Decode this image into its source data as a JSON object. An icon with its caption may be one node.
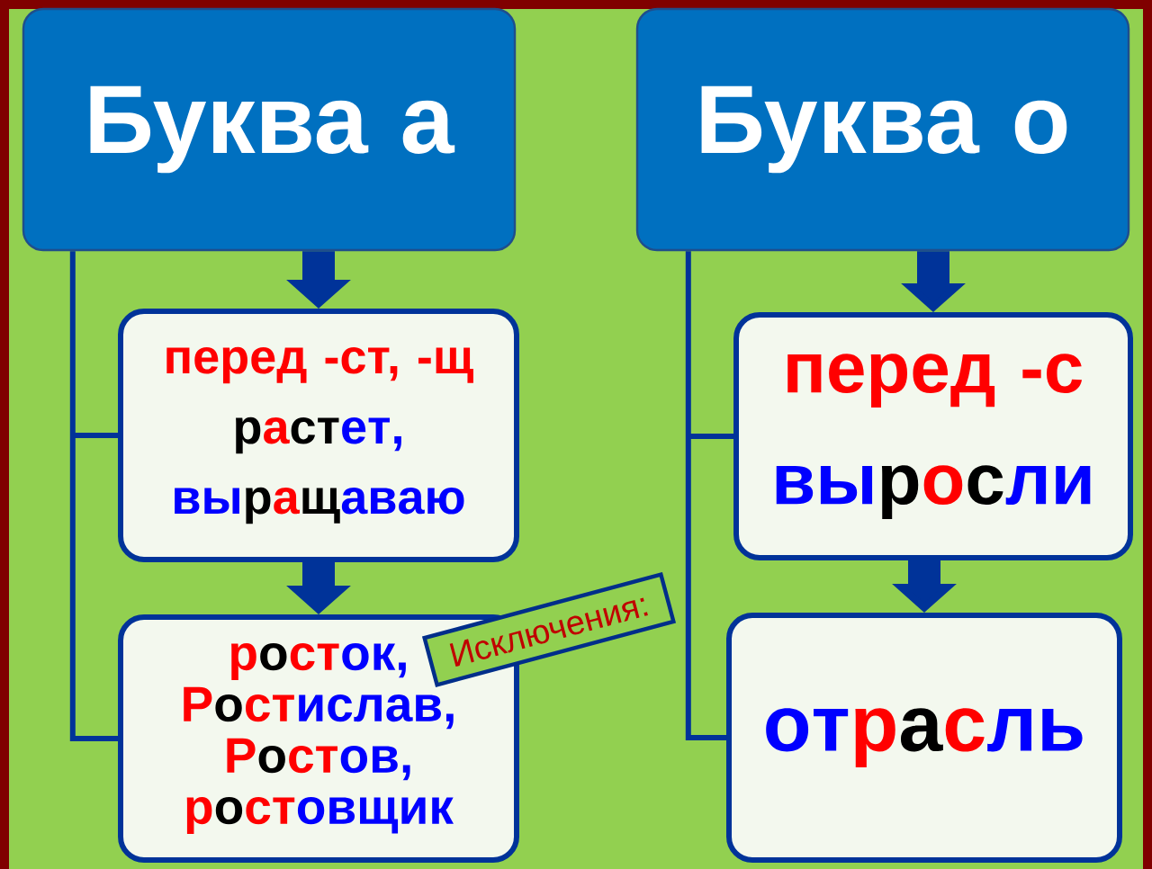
{
  "diagram": {
    "nodes": [
      {
        "text": [
          "Буква а"
        ]
      },
      {
        "text": [
          "перед -ст, -щ",
          "растет, выращаваю"
        ]
      },
      {
        "text": [
          "росток, Ростислав, Ростов, ростовщик"
        ]
      },
      {
        "text": [
          "Буква о"
        ]
      },
      {
        "text": [
          "перед -с",
          "выросли"
        ]
      },
      {
        "text": [
          "отрасль"
        ]
      },
      {
        "text": [
          "Исключения:"
        ]
      }
    ],
    "edges": [
      {
        "from": 0,
        "to": 1,
        "arrow": "to",
        "style": "thick"
      },
      {
        "from": 1,
        "to": 2,
        "arrow": "to",
        "style": "thick"
      },
      {
        "from": 3,
        "to": 4,
        "arrow": "to",
        "style": "thick"
      },
      {
        "from": 4,
        "to": 5,
        "arrow": "to",
        "style": "thick"
      },
      {
        "from": 0,
        "to": 1,
        "arrow": "none"
      },
      {
        "from": 0,
        "to": 2,
        "arrow": "none"
      },
      {
        "from": 3,
        "to": 4,
        "arrow": "none"
      },
      {
        "from": 3,
        "to": 5,
        "arrow": "none"
      }
    ]
  }
}
